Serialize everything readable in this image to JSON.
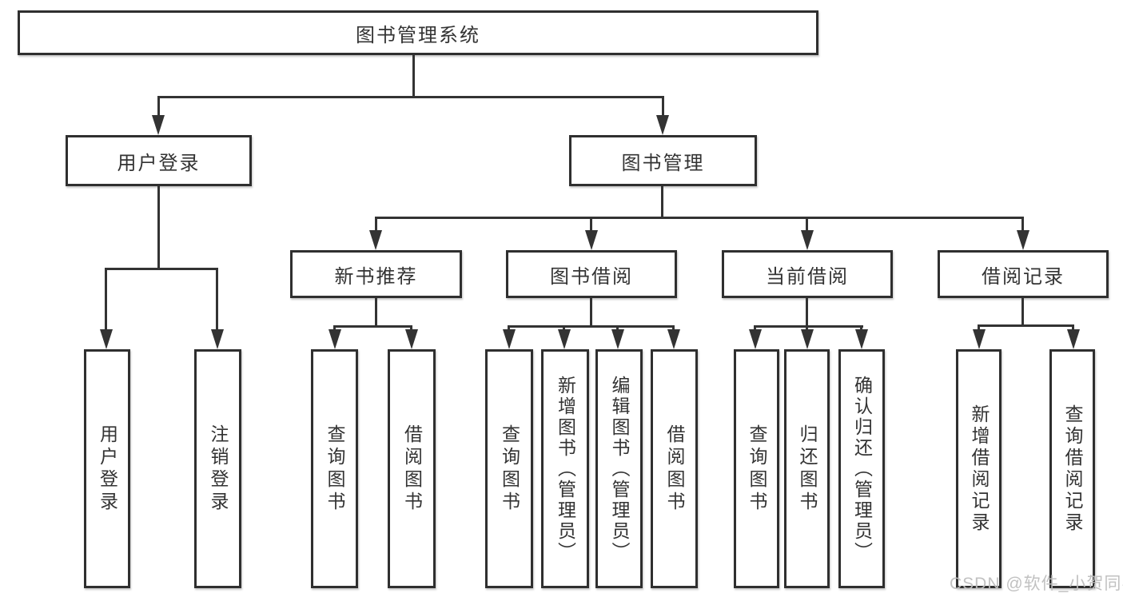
{
  "diagram": {
    "title": "图书管理系统",
    "watermark": "CSDN @软件_小贺同学",
    "colors": {
      "background": "#ffffff",
      "line": "#333333",
      "box_border": "#2f2f2f",
      "text": "#333333",
      "watermark": "#bebebe"
    },
    "tree": {
      "root": {
        "label": "图书管理系统",
        "children": [
          {
            "label": "用户登录",
            "children": [
              {
                "label": "用户登录"
              },
              {
                "label": "注销登录"
              }
            ]
          },
          {
            "label": "图书管理",
            "children": [
              {
                "label": "新书推荐",
                "children": [
                  {
                    "label": "查询图书"
                  },
                  {
                    "label": "借阅图书"
                  }
                ]
              },
              {
                "label": "图书借阅",
                "children": [
                  {
                    "label": "查询图书"
                  },
                  {
                    "label": "新增图书（管理员）"
                  },
                  {
                    "label": "编辑图书（管理员）"
                  },
                  {
                    "label": "借阅图书"
                  }
                ]
              },
              {
                "label": "当前借阅",
                "children": [
                  {
                    "label": "查询图书"
                  },
                  {
                    "label": "归还图书"
                  },
                  {
                    "label": "确认归还（管理员）"
                  }
                ]
              },
              {
                "label": "借阅记录",
                "children": [
                  {
                    "label": "新增借阅记录"
                  },
                  {
                    "label": "查询借阅记录"
                  }
                ]
              }
            ]
          }
        ]
      }
    }
  }
}
